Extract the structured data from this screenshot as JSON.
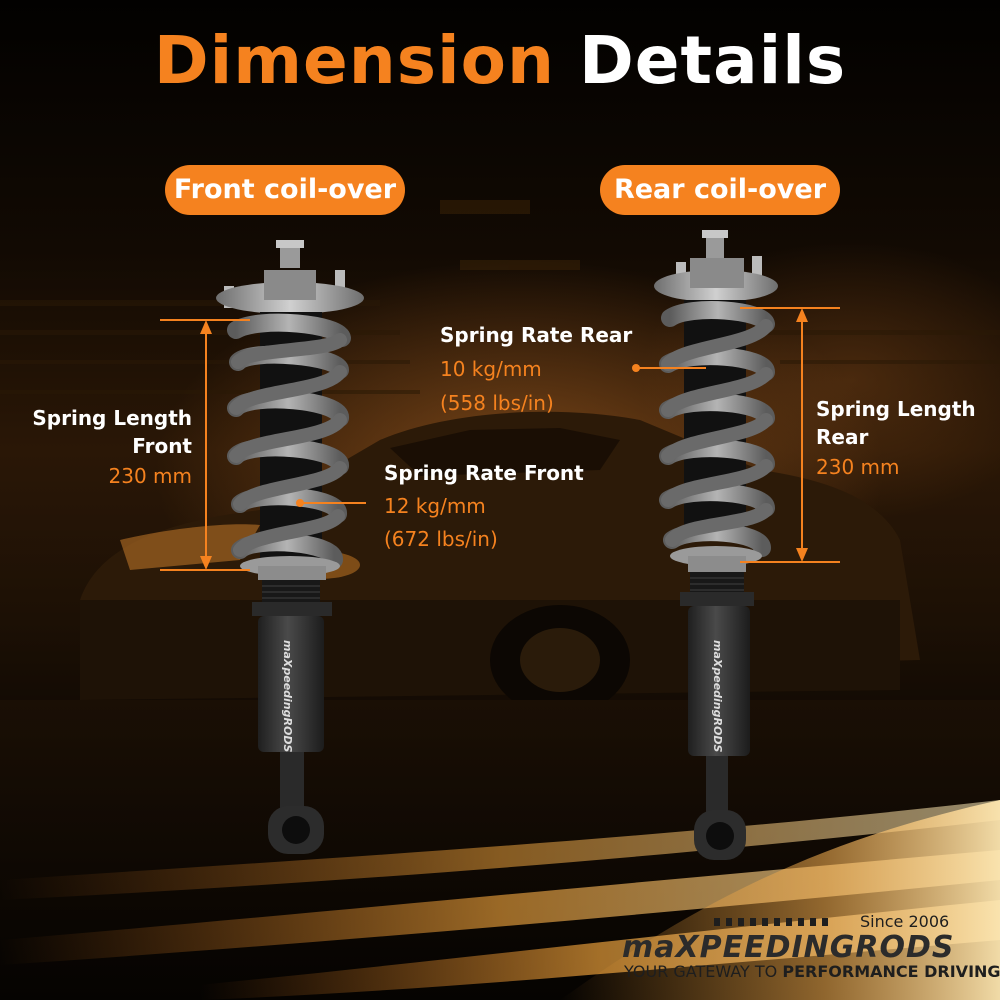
{
  "header": {
    "title_part1": "Dimension",
    "title_part2": "Details"
  },
  "front": {
    "pill_label": "Front coil-over",
    "spring_length_line1": "Spring Length",
    "spring_length_line2": "Front",
    "spring_length_value": "230 mm",
    "spring_rate_label": "Spring Rate Front",
    "spring_rate_value": "12 kg/mm",
    "spring_rate_imperial": "(672 lbs/in)"
  },
  "rear": {
    "pill_label": "Rear coil-over",
    "spring_length_line1": "Spring Length",
    "spring_length_line2": "Rear",
    "spring_length_value": "230 mm",
    "spring_rate_label": "Spring Rate Rear",
    "spring_rate_value": "10 kg/mm",
    "spring_rate_imperial": "(558 lbs/in)"
  },
  "brand": {
    "logo_line1": "maX",
    "logo_line2": "PEEDINGRODS",
    "since": "Since 2006",
    "tagline_regular": "YOUR GATEWAY TO",
    "tagline_bold": "PERFORMANCE DRIVING",
    "shock_body_text": "maXpeedingRODS"
  },
  "colors": {
    "accent": "#f5821f",
    "coil": "#8f8f8f",
    "shock_body": "#3a3a3a",
    "text": "#ffffff"
  }
}
